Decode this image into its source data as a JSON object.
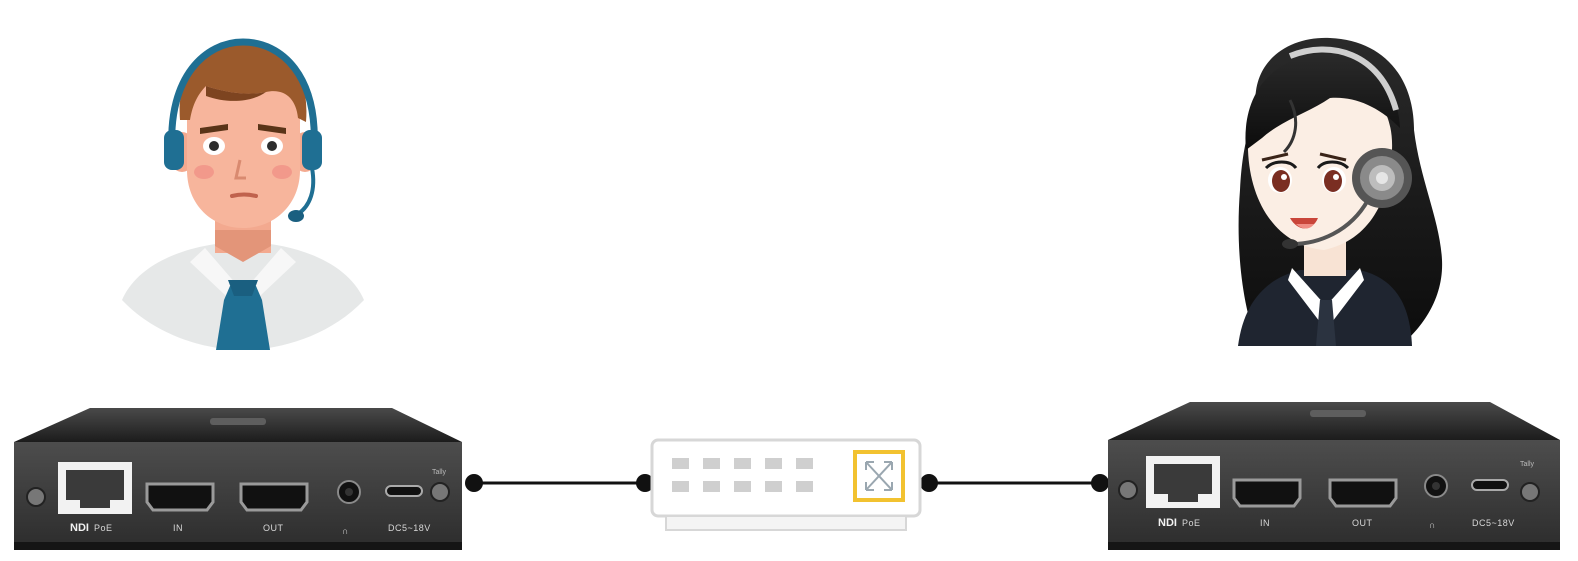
{
  "left_device": {
    "labels": {
      "ndi": "NDI",
      "poe": "PoE",
      "in": "IN",
      "out": "OUT",
      "dc": "DC5~18V",
      "ant": "Tally"
    }
  },
  "right_device": {
    "labels": {
      "ndi": "NDI",
      "poe": "PoE",
      "in": "IN",
      "out": "OUT",
      "dc": "DC5~18V",
      "ant": "Tally"
    }
  },
  "icons": {
    "left_person": "male-operator-headset-icon",
    "right_person": "female-operator-headset-icon",
    "switch": "network-switch-icon"
  },
  "colors": {
    "device_body": "#3a3a3a",
    "switch_accent": "#f2c230",
    "cable": "#111111",
    "headset_blue": "#1f6f93"
  }
}
